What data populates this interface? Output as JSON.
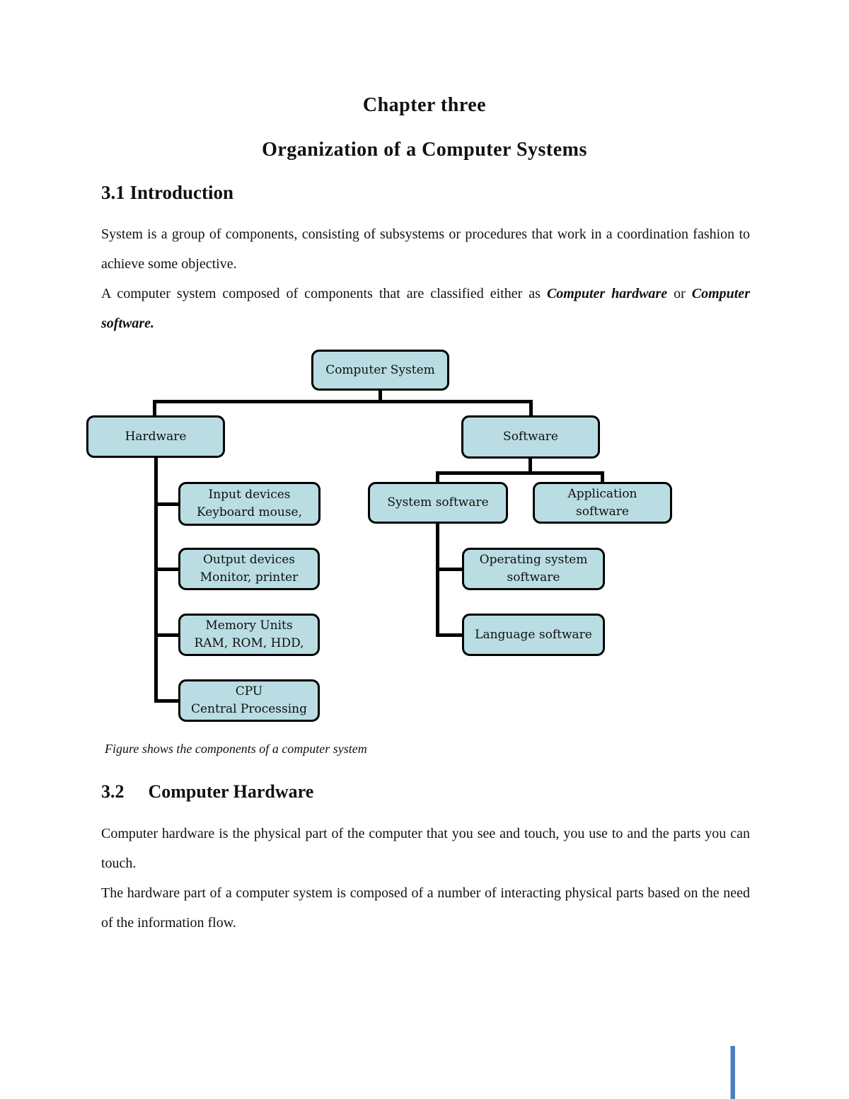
{
  "doc": {
    "chapter_title": "Chapter three",
    "chapter_subtitle": "Organization of a Computer Systems"
  },
  "sections": {
    "intro": {
      "heading": "3.1 Introduction",
      "para1": "System is a group of components, consisting of subsystems or procedures that work in a coordination fashion to achieve some objective.",
      "para2": {
        "prefix": "A computer system composed of components that are classified either as ",
        "hardware_term": "Computer hardware",
        "middle": " or ",
        "software_term": "Computer software."
      }
    },
    "hardware": {
      "number": "3.2",
      "title": "Computer Hardware",
      "para1": "Computer hardware is the physical part of the computer that you see and touch, you use to and the parts you can touch.",
      "para2": "The hardware part of a computer system is composed of a number of interacting physical parts based on the need of the information flow."
    }
  },
  "figure": {
    "caption": "Figure shows the components of a computer system"
  },
  "diagram": {
    "box_fill": "#b9dde2",
    "line_color": "#000000",
    "boxes": {
      "computer_system": {
        "line1": "Computer System"
      },
      "hardware": {
        "line1": "Hardware"
      },
      "software": {
        "line1": "Software"
      },
      "input_devices": {
        "line1": "Input devices",
        "line2": "Keyboard mouse,"
      },
      "system_software": {
        "line1": "System software"
      },
      "application_software": {
        "line1": "Application",
        "line2": "software"
      },
      "output_devices": {
        "line1": "Output devices",
        "line2": "Monitor, printer"
      },
      "operating_system": {
        "line1": "Operating system",
        "line2": "software"
      },
      "memory_units": {
        "line1": "Memory Units",
        "line2": "RAM, ROM, HDD,"
      },
      "language_software": {
        "line1": "Language software"
      },
      "cpu": {
        "line1": "CPU",
        "line2": "Central Processing"
      }
    }
  },
  "accent": {
    "page_border_color": "#4d7ebf"
  }
}
